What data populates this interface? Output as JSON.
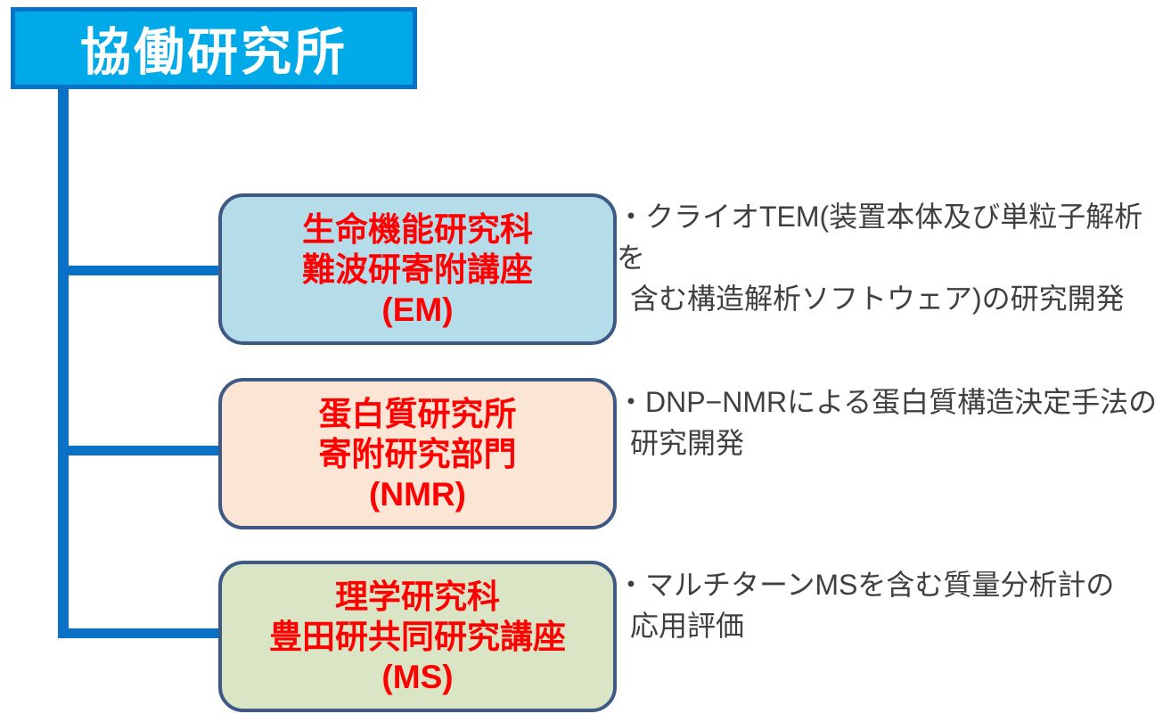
{
  "root": {
    "label": "協働研究所"
  },
  "colors": {
    "connector_blue": "#0A72C6",
    "header_fill": "#00A9E8",
    "header_border": "#0A72C6",
    "node_border": "#3E5A84",
    "node_label_red": "#FF0000",
    "desc_text": "#404040",
    "em_fill": "#B5DCE9",
    "nmr_fill": "#FBE6D6",
    "ms_fill": "#D9E5C5"
  },
  "nodes": [
    {
      "id": "em",
      "fill": "#B5DCE9",
      "lines": [
        "生命機能研究科",
        "難波研寄附講座",
        "(EM)"
      ],
      "desc_lines": [
        "・クライオTEM(装置本体及び単粒子解析を",
        "含む構造解析ソフトウェア)の研究開発"
      ]
    },
    {
      "id": "nmr",
      "fill": "#FBE6D6",
      "lines": [
        "蛋白質研究所",
        "寄附研究部門",
        "(NMR)"
      ],
      "desc_lines": [
        "・DNP−NMRによる蛋白質構造決定手法の",
        "研究開発"
      ]
    },
    {
      "id": "ms",
      "fill": "#D9E5C5",
      "lines": [
        "理学研究科",
        "豊田研共同研究講座",
        "(MS)"
      ],
      "desc_lines": [
        "・マルチターンMSを含む質量分析計の",
        "応用評価"
      ]
    }
  ]
}
